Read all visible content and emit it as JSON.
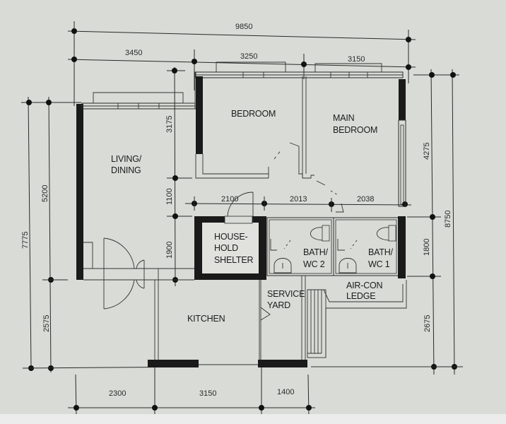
{
  "plan": {
    "background": "#d9dbd6",
    "wall_color": "#1a1a1a",
    "line_color": "#2a2a2a",
    "rooms": [
      {
        "id": "living",
        "lines": [
          "LIVING/",
          "DINING"
        ]
      },
      {
        "id": "bedroom",
        "lines": [
          "BEDROOM"
        ]
      },
      {
        "id": "main_bedroom",
        "lines": [
          "MAIN",
          "BEDROOM"
        ]
      },
      {
        "id": "shelter",
        "lines": [
          "HOUSE-",
          "HOLD",
          "SHELTER"
        ]
      },
      {
        "id": "bath2",
        "lines": [
          "BATH/",
          "WC 2"
        ]
      },
      {
        "id": "bath1",
        "lines": [
          "BATH/",
          "WC 1"
        ]
      },
      {
        "id": "service_yard",
        "lines": [
          "SERVICE",
          "YARD"
        ]
      },
      {
        "id": "aircon_ledge",
        "lines": [
          "AIR-CON",
          "LEDGE"
        ]
      },
      {
        "id": "kitchen",
        "lines": [
          "KITCHEN"
        ]
      }
    ],
    "dimensions": {
      "top_overall": "9850",
      "top_segments": [
        "3450",
        "3250",
        "3150"
      ],
      "bottom_segments": [
        "2300",
        "3150",
        "1400"
      ],
      "left_overall": "7775",
      "left_segments": [
        "5200",
        "2575"
      ],
      "inner_vertical": [
        "3175",
        "1100",
        "1900"
      ],
      "corridor": [
        "2100",
        "2013",
        "2038"
      ],
      "right_inner": [
        "4275",
        "1800",
        "2675"
      ],
      "right_overall": "8750"
    }
  }
}
